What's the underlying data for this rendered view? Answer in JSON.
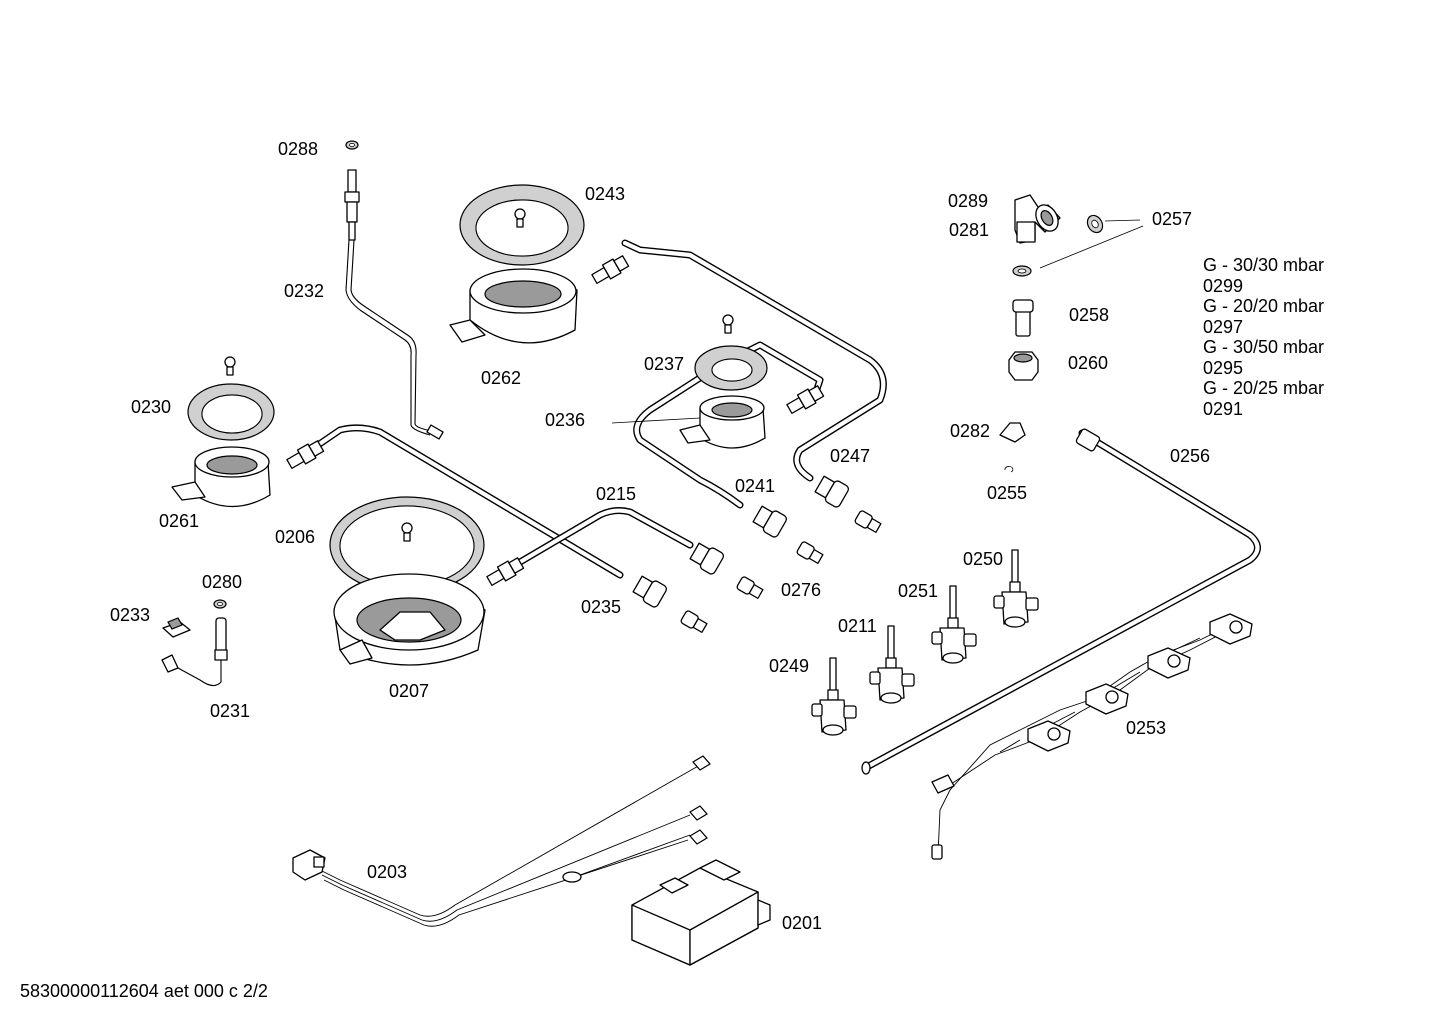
{
  "labels": {
    "p0288": "0288",
    "p0232": "0232",
    "p0243": "0243",
    "p0262": "0262",
    "p0230": "0230",
    "p0261": "0261",
    "p0237": "0237",
    "p0236": "0236",
    "p0206": "0206",
    "p0215": "0215",
    "p0241": "0241",
    "p0247": "0247",
    "p0276": "0276",
    "p0235": "0235",
    "p0207": "0207",
    "p0280": "0280",
    "p0233": "0233",
    "p0231": "0231",
    "p0289": "0289",
    "p0281": "0281",
    "p0257": "0257",
    "p0258": "0258",
    "p0260": "0260",
    "p0282": "0282",
    "p0255": "0255",
    "p0256": "0256",
    "p0250": "0250",
    "p0251": "0251",
    "p0211": "0211",
    "p0249": "0249",
    "p0253": "0253",
    "p0203": "0203",
    "p0201": "0201"
  },
  "gas_options": [
    {
      "name": "G - 30/30 mbar",
      "code": "0299"
    },
    {
      "name": "G - 20/20 mbar",
      "code": "0297"
    },
    {
      "name": "G - 30/50 mbar",
      "code": "0295"
    },
    {
      "name": "G - 20/25 mbar",
      "code": "0291"
    }
  ],
  "footer": "58300000112604 aet 000 c 2/2"
}
